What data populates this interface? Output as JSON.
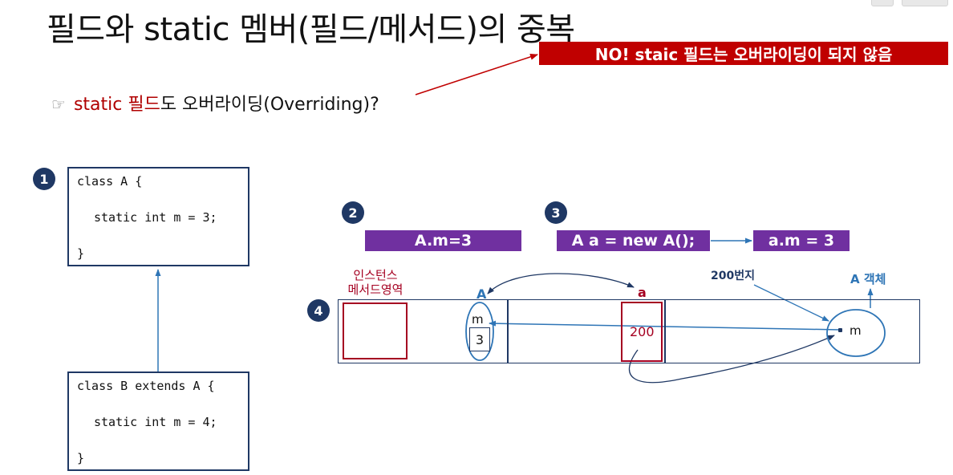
{
  "slide": {
    "title": "필드와 static 멤버(필드/메서드)의 중복",
    "answer": "NO! staic 필드는 오버라이딩이 되지 않음",
    "question": {
      "hand_icon": "☞",
      "red_text": "static 필드",
      "rest_text": "도 오버라이딩(Overriding)?"
    }
  },
  "code_blocks": {
    "class_a": [
      "class A {",
      "static int m = 3;",
      "}"
    ],
    "class_b": [
      "class B extends A {",
      "static int m = 4;",
      "}"
    ]
  },
  "steps": [
    "1",
    "2",
    "3",
    "4"
  ],
  "expressions": {
    "step2": "A.m=3",
    "step3_left": "A a = new A();",
    "step3_right": "a.m =  3"
  },
  "memory": {
    "method_area_label": [
      "인스턴스",
      "메서드영역"
    ],
    "class_label": "A",
    "field_name": "m",
    "field_value": "3",
    "ref_var": "a",
    "ref_value": "200",
    "address_label": "200번지",
    "object_label": "A 객체",
    "object_field": "m"
  },
  "colors": {
    "navy": "#1f3864",
    "purple": "#7030a0",
    "banner_red": "#c00000",
    "dark_red": "#a50021",
    "arrow_blue": "#2e75b6"
  }
}
